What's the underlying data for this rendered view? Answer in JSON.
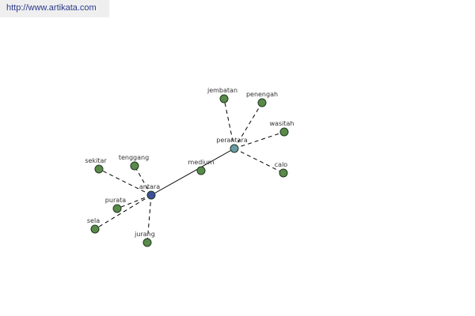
{
  "header": {
    "url": "http://www.artikata.com"
  },
  "colors": {
    "leaf_fill": "#5a8a4a",
    "hub_primary_fill": "#3d4f9a",
    "hub_secondary_fill": "#6a9aa8",
    "node_stroke": "#1f3a1f",
    "solid_edge": "#000000",
    "dashed_edge": "#000000"
  },
  "graph": {
    "nodes": [
      {
        "id": "antara",
        "label": "antara",
        "kind": "hub-primary"
      },
      {
        "id": "perantara",
        "label": "perantara",
        "kind": "hub-secondary"
      },
      {
        "id": "medium",
        "label": "medium",
        "kind": "leaf"
      },
      {
        "id": "sekitar",
        "label": "sekitar",
        "kind": "leaf"
      },
      {
        "id": "tenggang",
        "label": "tenggang",
        "kind": "leaf"
      },
      {
        "id": "purata",
        "label": "purata",
        "kind": "leaf"
      },
      {
        "id": "sela",
        "label": "sela",
        "kind": "leaf"
      },
      {
        "id": "jurang",
        "label": "jurang",
        "kind": "leaf"
      },
      {
        "id": "jembatan",
        "label": "jembatan",
        "kind": "leaf"
      },
      {
        "id": "penengah",
        "label": "penengah",
        "kind": "leaf"
      },
      {
        "id": "wasitah",
        "label": "wasitah",
        "kind": "leaf"
      },
      {
        "id": "calo",
        "label": "calo",
        "kind": "leaf"
      }
    ],
    "edges": [
      {
        "from": "antara",
        "to": "perantara",
        "style": "solid"
      },
      {
        "from": "antara",
        "to": "sekitar",
        "style": "dashed"
      },
      {
        "from": "antara",
        "to": "tenggang",
        "style": "dashed"
      },
      {
        "from": "antara",
        "to": "purata",
        "style": "dashed"
      },
      {
        "from": "antara",
        "to": "sela",
        "style": "dashed"
      },
      {
        "from": "antara",
        "to": "jurang",
        "style": "dashed"
      },
      {
        "from": "perantara",
        "to": "jembatan",
        "style": "dashed"
      },
      {
        "from": "perantara",
        "to": "penengah",
        "style": "dashed"
      },
      {
        "from": "perantara",
        "to": "wasitah",
        "style": "dashed"
      },
      {
        "from": "perantara",
        "to": "calo",
        "style": "dashed"
      }
    ]
  }
}
